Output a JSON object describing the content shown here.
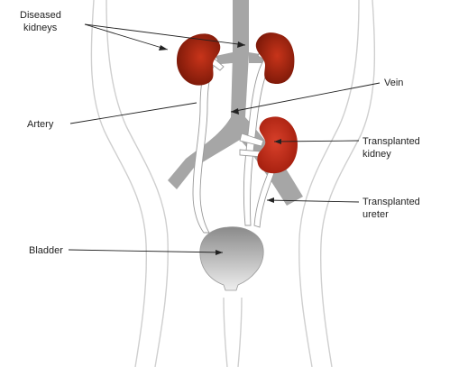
{
  "labels": {
    "diseased_kidneys_line1": "Diseased",
    "diseased_kidneys_line2": "kidneys",
    "vein": "Vein",
    "artery": "Artery",
    "transplanted_kidney_line1": "Transplanted",
    "transplanted_kidney_line2": "kidney",
    "transplanted_ureter_line1": "Transplanted",
    "transplanted_ureter_line2": "ureter",
    "bladder": "Bladder"
  },
  "colors": {
    "kidney_dark": "#7a1808",
    "kidney_light": "#c8341a",
    "vein_gray": "#a6a6a6",
    "outline": "#cfcfcf",
    "bladder_top": "#8a8a8a",
    "bladder_bottom": "#eeeeee"
  }
}
